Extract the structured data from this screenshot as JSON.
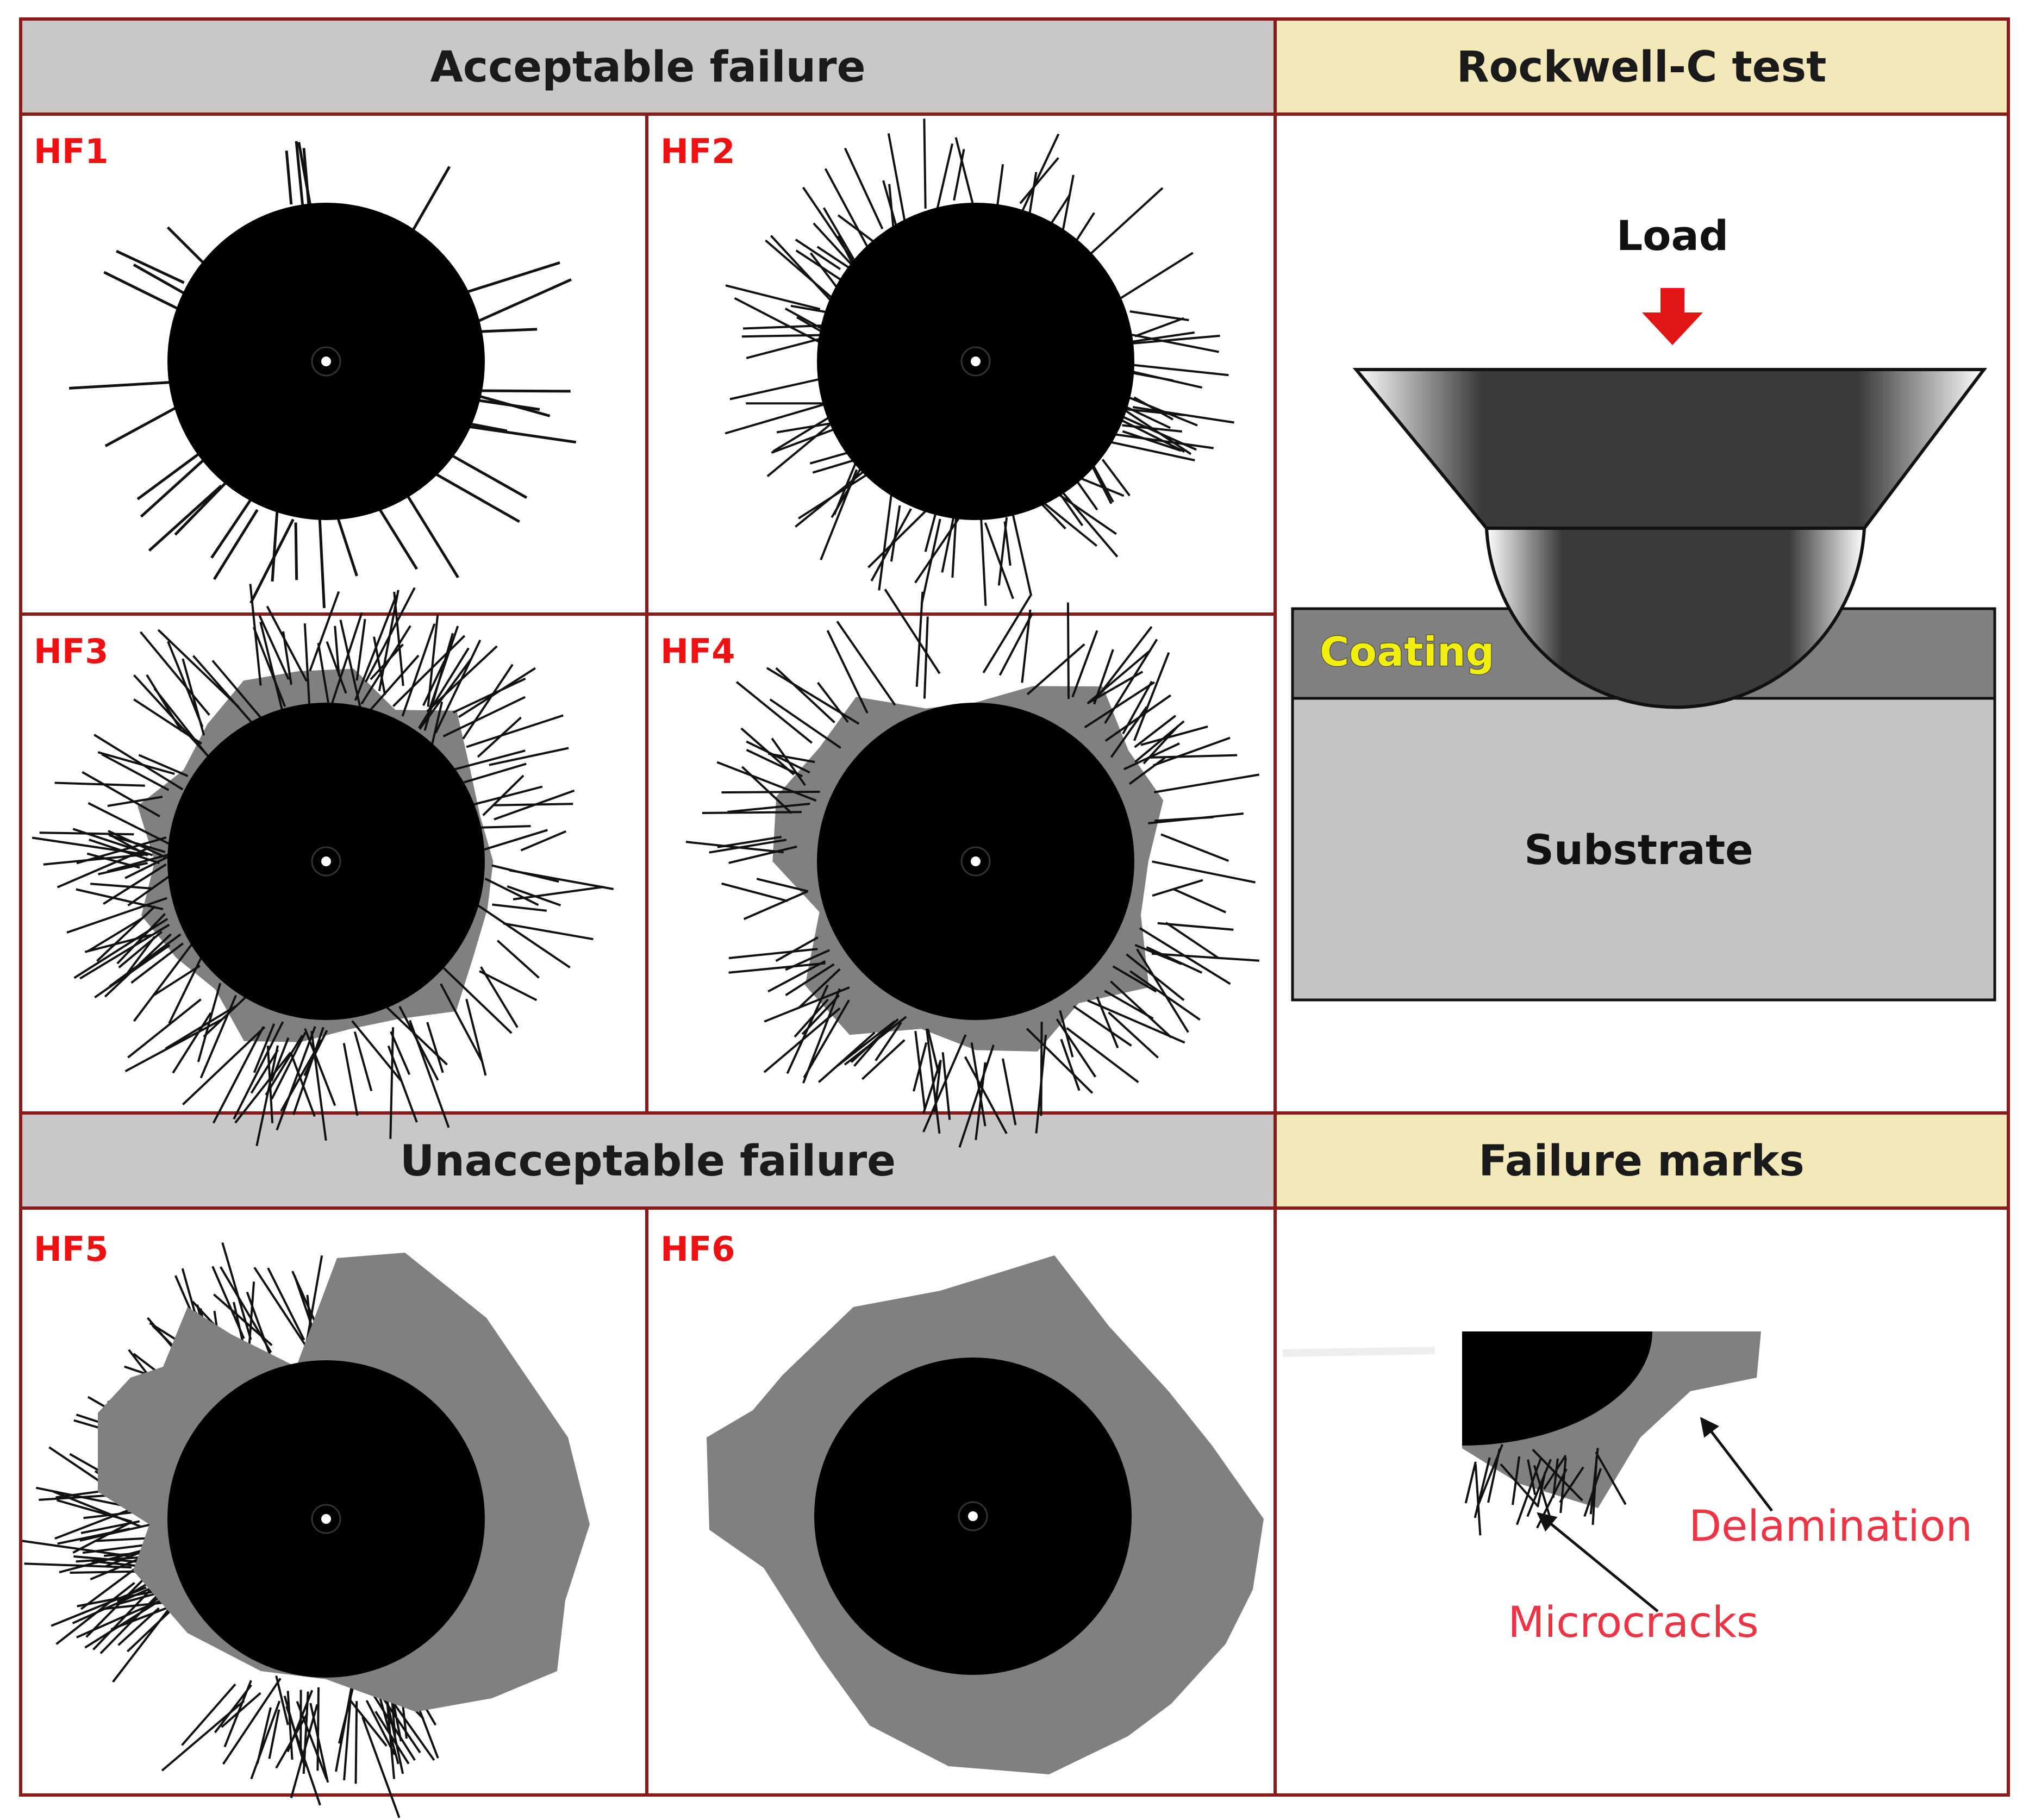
{
  "headers": {
    "acceptable": "Acceptable failure",
    "rockwell": "Rockwell-C test",
    "unacceptable": "Unacceptable failure",
    "failure_marks": "Failure marks"
  },
  "cells": [
    {
      "label": "HF1"
    },
    {
      "label": "HF2"
    },
    {
      "label": "HF3"
    },
    {
      "label": "HF4"
    },
    {
      "label": "HF5"
    },
    {
      "label": "HF6"
    }
  ],
  "rockwell": {
    "load": "Load",
    "coating": "Coating",
    "substrate": "Substrate"
  },
  "marks": {
    "delamination": "Delamination",
    "microcracks": "Microcracks"
  },
  "colors": {
    "border": "#8b1a1a",
    "gray_header": "#c8c8c8",
    "tan_header": "#f3e9b8",
    "hf_label": "#ee1111",
    "annotation": "#ee3344",
    "arrow": "#e31414",
    "coating": "#808080",
    "substrate": "#c4c4c4",
    "delamination": "#808080"
  }
}
